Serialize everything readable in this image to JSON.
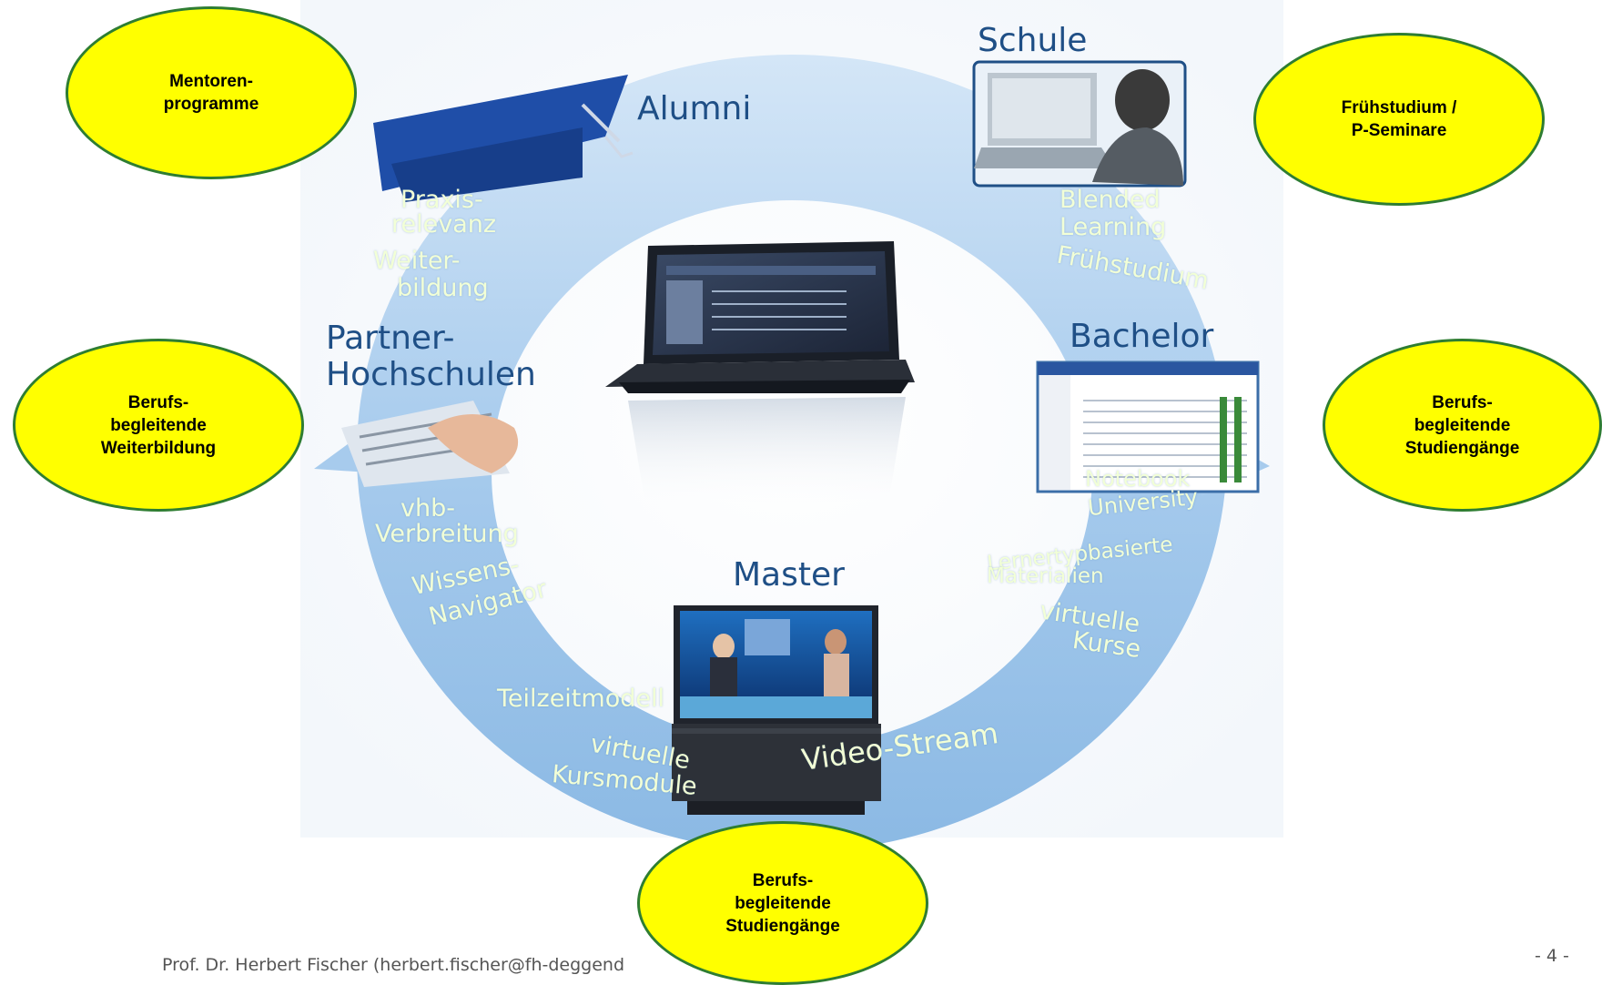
{
  "stages": {
    "schule": "Schule",
    "alumni": "Alumni",
    "partner": "Partner-",
    "partner2": "Hochschulen",
    "bachelor": "Bachelor",
    "master": "Master"
  },
  "ring_labels": {
    "praxis1": "Praxis-",
    "praxis2": "relevanz",
    "weiter1": "Weiter-",
    "weiter2": "bildung",
    "blended": "Blended",
    "learning": "Learning",
    "fruehstudium": "Frühstudium",
    "notebook": "Notebook",
    "university": "University",
    "lerner1": "Lernertypbasierte",
    "lerner2": "Materialien",
    "virtuelle": "virtuelle",
    "kurse": "Kurse",
    "videostream": "Video-Stream",
    "teilzeit": "Teilzeitmodell",
    "virtuelle2": "virtuelle",
    "kursmodule": "Kursmodule",
    "wissens1": "Wissens-",
    "wissens2": "Navigator",
    "vhb1": "vhb-",
    "vhb2": "Verbreitung"
  },
  "bubbles": {
    "mentoren": [
      "Mentoren-",
      "programme"
    ],
    "fruehstudium": [
      "Frühstudium /",
      "P-Seminare"
    ],
    "weiterbildung": [
      "Berufs-",
      "begleitende",
      "Weiterbildung"
    ],
    "studiengaenge_right": [
      "Berufs-",
      "begleitende",
      "Studiengänge"
    ],
    "studiengaenge_bottom": [
      "Berufs-",
      "begleitende",
      "Studiengänge"
    ]
  },
  "footer": {
    "author": "Prof. Dr. Herbert Fischer (herbert.fischer@fh-deggend",
    "page": "- 4 -"
  },
  "colors": {
    "ring": "#a9cdee",
    "stage_text": "#1f4f86",
    "bubble_fill": "#ffff00",
    "bubble_border": "#2e7d32"
  }
}
